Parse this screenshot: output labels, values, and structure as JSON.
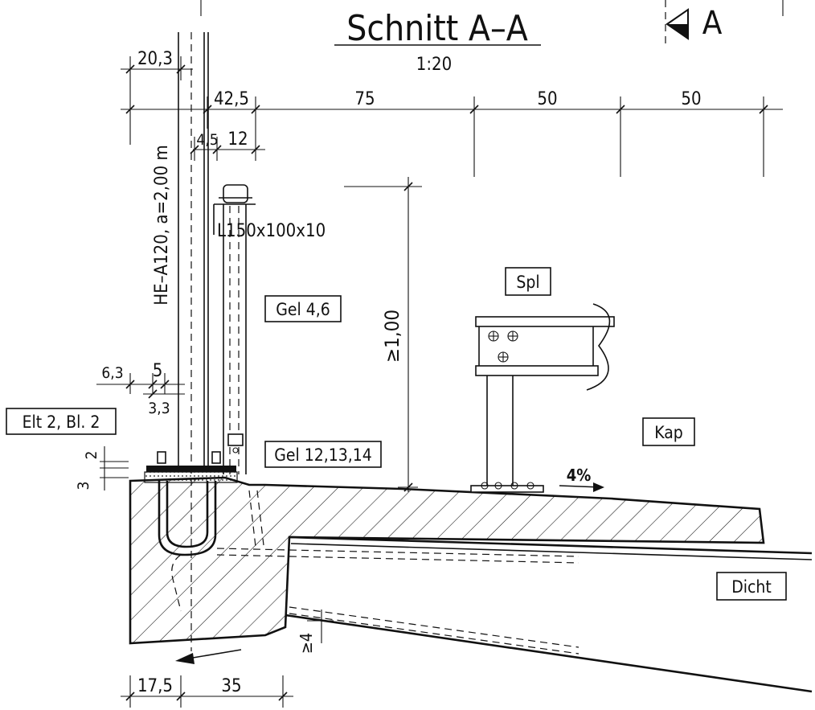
{
  "title": "Schnitt A–A",
  "scale": "1:20",
  "section_marker": "A",
  "dimensions": {
    "d_20_3": "20,3",
    "d_42_5": "42,5",
    "d_75": "75",
    "d_50a": "50",
    "d_50b": "50",
    "d_4_5": "4,5",
    "d_12": "12",
    "d_6_3": "6,3",
    "d_5": "5",
    "d_3_3": "3,3",
    "d_2": "2",
    "d_3": "3",
    "d_height": "≥1,00",
    "d_ge4": "≥4",
    "d_17_5": "17,5",
    "d_35": "35"
  },
  "labels": {
    "post": "HE–A120, a=2,00 m",
    "angle": "L150x100x10",
    "slope": "4%"
  },
  "boxes": {
    "gel46": "Gel 4,6",
    "gel121314": "Gel 12,13,14",
    "elt": "Elt 2, Bl. 2",
    "spl": "Spl",
    "kap": "Kap",
    "dicht": "Dicht"
  }
}
